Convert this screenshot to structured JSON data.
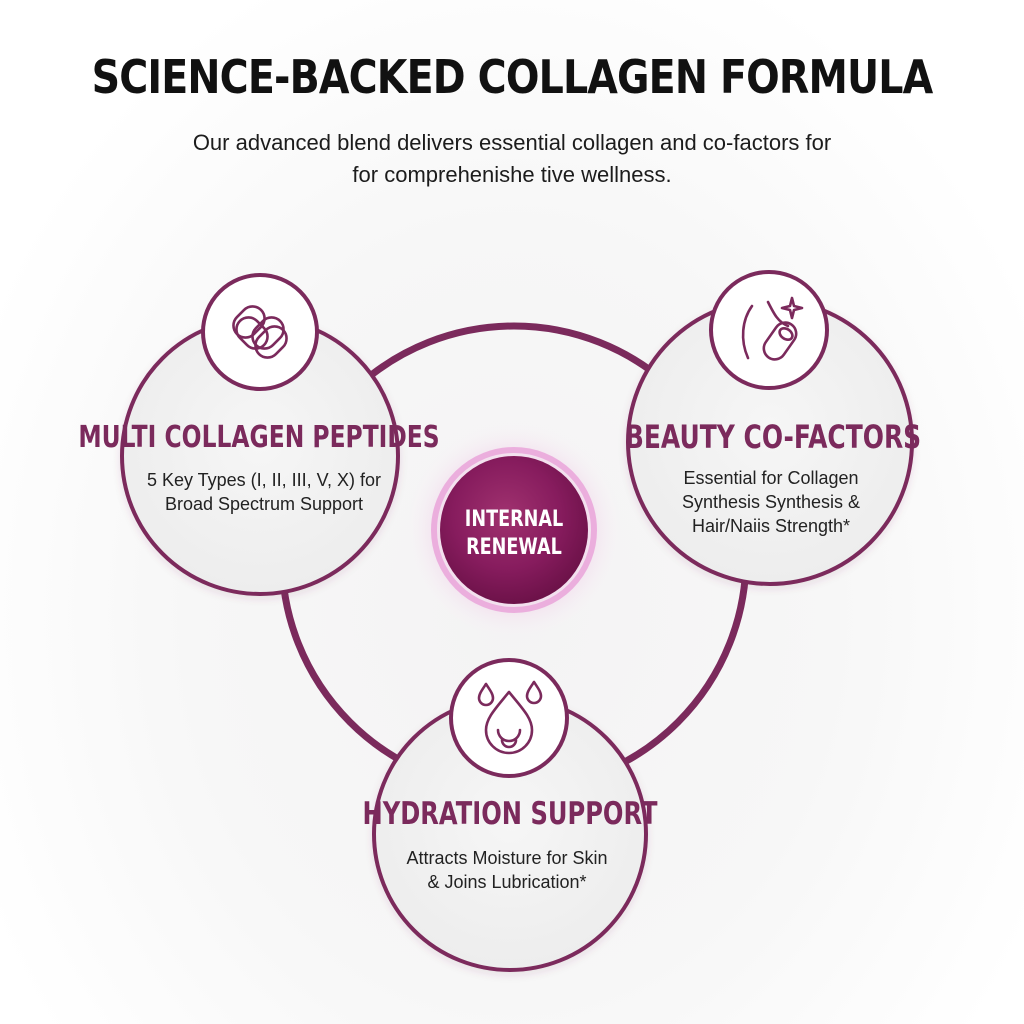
{
  "header": {
    "title": "SCIENCE-BACKED COLLAGEN FORMULA",
    "subtitle_lines": [
      "Our advanced blend delivers essential collagen and co-factors for",
      "for comprehenishe tive wellness."
    ]
  },
  "center": {
    "label_lines": [
      "INTERNAL",
      "RENEWAL"
    ]
  },
  "nodes": [
    {
      "title": "MULTI COLLAGEN PEPTIDES",
      "description_lines": [
        "5 Key Types (I, II, III, V, X) for",
        "Broad Spectrum Support"
      ],
      "icon": "interlocking-links-icon"
    },
    {
      "title": "BEAUTY CO-FACTORS",
      "description_lines": [
        "Essential for Collagen",
        "Synthesis Synthesis &",
        "Hair/Naiis Strength*"
      ],
      "icon": "finger-nail-sparkle-icon"
    },
    {
      "title": "HYDRATION SUPPORT",
      "description_lines": [
        "Attracts Moisture for Skin",
        "& Joins Lubrication*"
      ],
      "icon": "water-drops-icon"
    }
  ],
  "colors": {
    "accent": "#7b2a5c",
    "center_fill": "#8e1f64",
    "glow": "#d24fb0"
  }
}
